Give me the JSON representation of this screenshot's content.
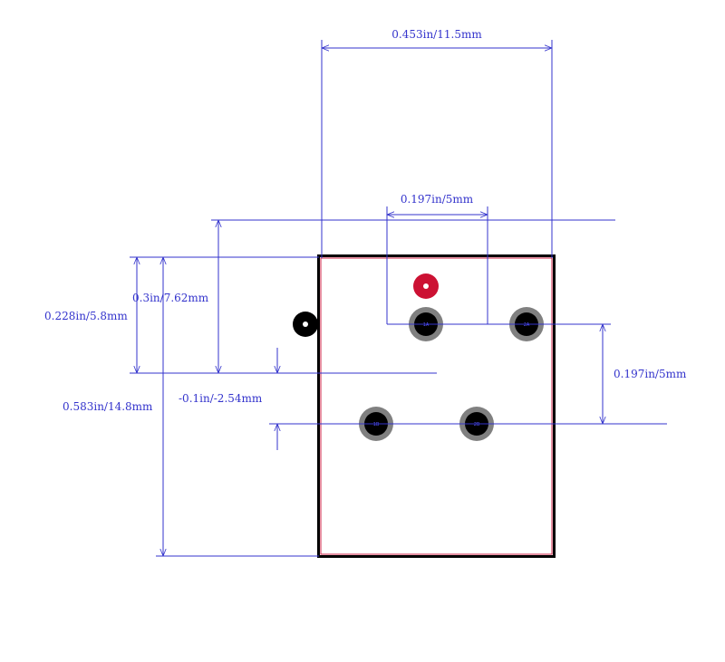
{
  "colors": {
    "dimension": "#3333cc",
    "outline": "#000000",
    "outline_inner": "#cc2244",
    "pad_ring": "#808080",
    "pad_center": "#000000",
    "pin1_marker": "#cc1133",
    "origin_marker": "#000000"
  },
  "dimensions": {
    "overall_width": "0.453in/11.5mm",
    "pad_pitch_horizontal": "0.197in/5mm",
    "offset_to_row": "0.3in/7.62mm",
    "offset_to_origin": "0.228in/5.8mm",
    "overall_height": "0.583in/14.8mm",
    "origin_offset": "-0.1in/-2.54mm",
    "pad_pitch_vertical": "0.197in/5mm"
  },
  "pads": [
    {
      "label": "1A"
    },
    {
      "label": "2A"
    },
    {
      "label": "1B"
    },
    {
      "label": "2B"
    }
  ]
}
